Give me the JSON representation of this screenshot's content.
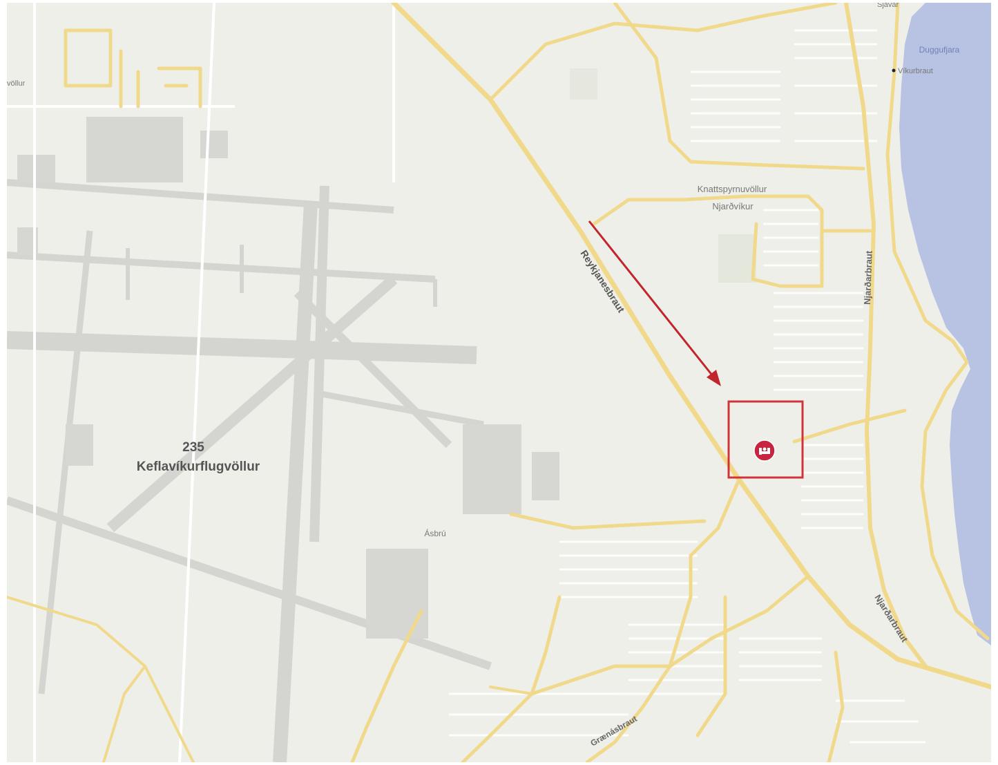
{
  "map": {
    "labels": {
      "district_code": "235",
      "district_name": "Keflavíkurflugvöllur",
      "west_fragment": "völlur",
      "knattspyrnuvollur_line1": "Knattspyrnuvöllur",
      "knattspyrnuvollur_line2": "Njarðvíkur",
      "hafnir_area": "Ásbrú",
      "duggufjara": "Duggufjara",
      "vikurbraut": "Víkurbraut",
      "top_fragment": "Sjávar",
      "reykjanesbraut": "Reykjanesbraut",
      "njardarbraut_north": "Njarðarbraut",
      "njardarbraut_south": "Njarðarbraut",
      "grænasbraut": "Grænásbraut"
    },
    "marker": {
      "icon": "hotel-bed-icon",
      "color": "#c8233f"
    },
    "highlight_color": "#d13438",
    "arrow_color": "#c0262c",
    "road_color": "#f1d98c",
    "water_color": "#b8c3e3",
    "runway_color": "#d4d4d1"
  }
}
